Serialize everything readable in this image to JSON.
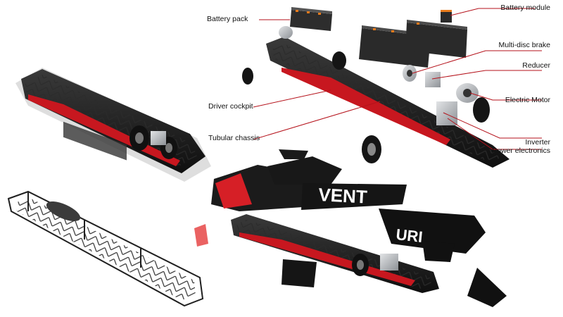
{
  "labels": {
    "battery_pack": "Battery pack",
    "battery_module": "Battery module",
    "multi_disc_brake": "Multi-disc brake",
    "reducer": "Reducer",
    "electric_motor": "Electric Motor",
    "driver_cockpit": "Driver cockpit",
    "tubular_chassis": "Tubular chassis",
    "inverter": "Inverter",
    "power_electronics": "Power electronics"
  },
  "body_lettering": {
    "vent": "VENT",
    "uri": "URI"
  },
  "colors": {
    "leader": "#b5121b",
    "carbon": "#1a1a1a",
    "chassis_tube": "#2a2a2a",
    "accent_red": "#d61f26",
    "silver": "#b9bcc0"
  }
}
